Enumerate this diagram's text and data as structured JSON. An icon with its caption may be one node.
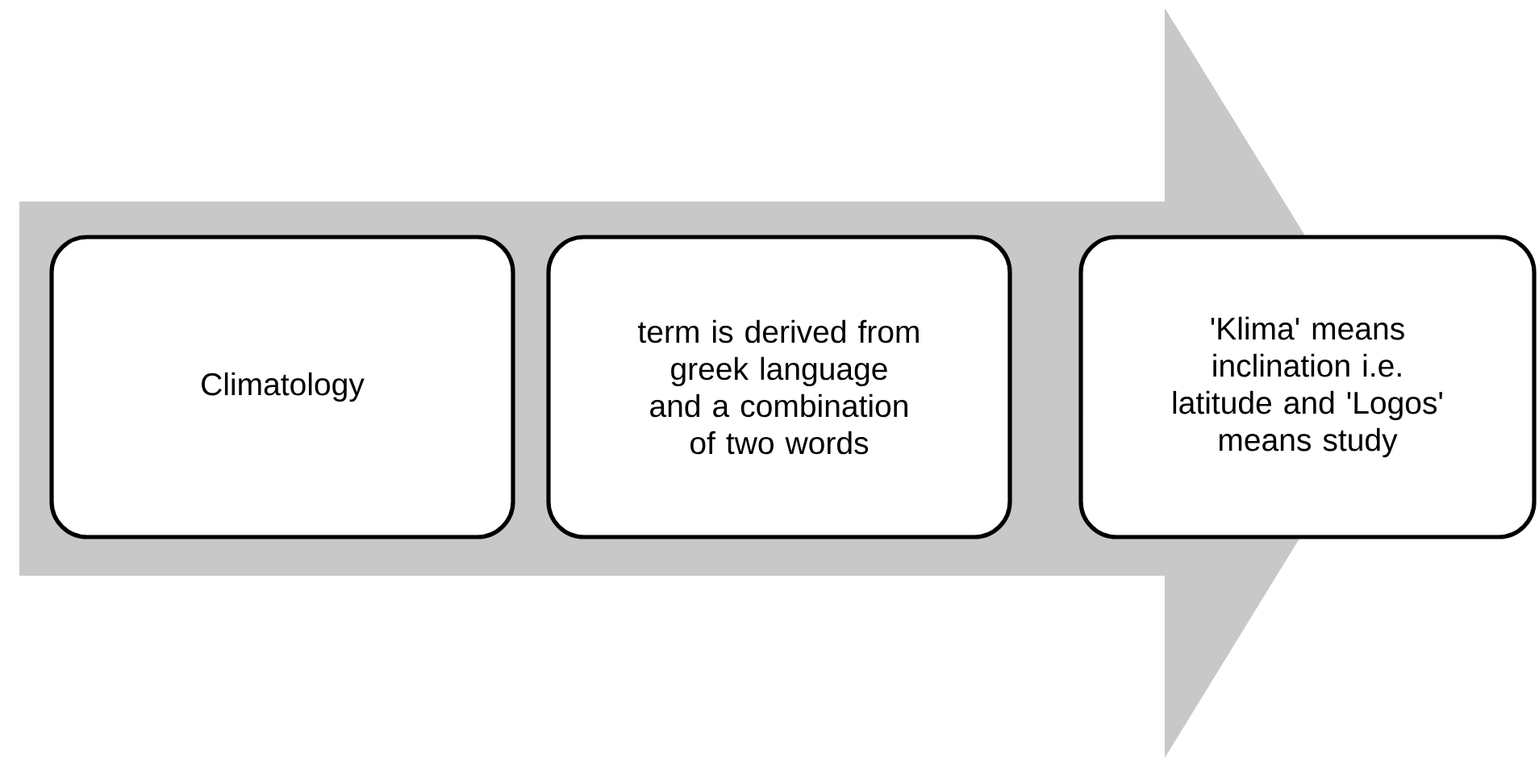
{
  "diagram": {
    "nodes": [
      {
        "text": [
          "Climatology"
        ]
      },
      {
        "text": [
          "term is derived from greek language and a combination of two words"
        ]
      },
      {
        "text": [
          "'Klima' means inclination i.e. latitude and 'Logos' means study"
        ]
      }
    ],
    "edges": [
      {
        "from": 0,
        "to": 2,
        "arrow": "to"
      }
    ]
  }
}
